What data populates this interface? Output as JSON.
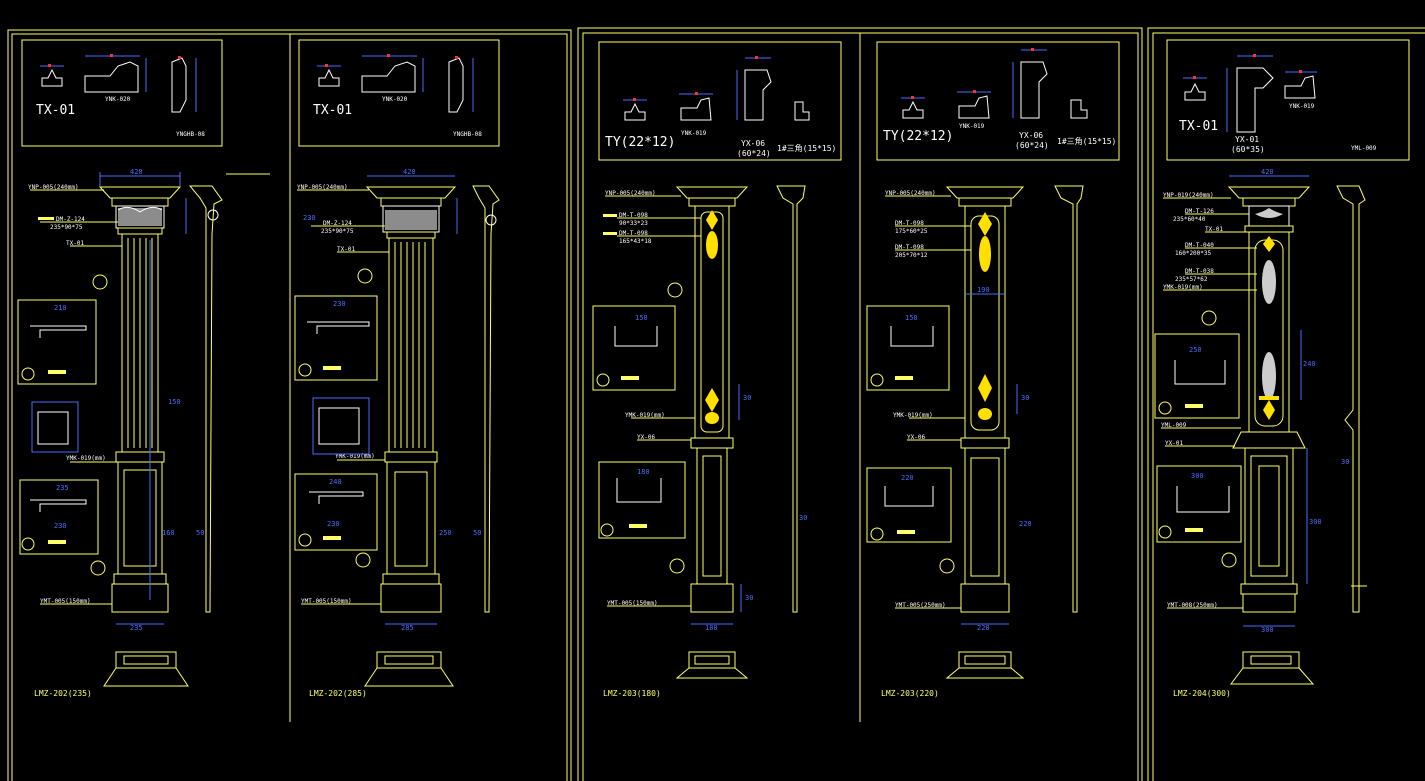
{
  "colors": {
    "background": "#000000",
    "frame": "#ffff66",
    "line": "#ffffff",
    "dimension": "#4a6cff",
    "marker": "#ff3030",
    "ornament": "#ffe000"
  },
  "panels": [
    {
      "profile_label": "TX-01",
      "profile_codes": [
        "YNK-020",
        "YNGHB-08"
      ],
      "top_width": "420",
      "base_width": "235",
      "side_dims": [
        "150",
        "160",
        "50"
      ],
      "callouts": [
        "YNP-005(240mm)",
        "DM-Z-124",
        "235*90*75",
        "TX-01",
        "YMK-019(mm)",
        "YMT-005(150mm)"
      ],
      "details": [
        "210",
        "235",
        "230"
      ],
      "caption": "LMZ-202(235)"
    },
    {
      "profile_label": "TX-01",
      "profile_codes": [
        "YNK-020",
        "YNGHB-08"
      ],
      "top_width": "420",
      "base_width": "285",
      "side_dims": [
        "230",
        "250",
        "50"
      ],
      "callouts": [
        "YNP-005(240mm)",
        "DM-Z-124",
        "235*90*75",
        "TX-01",
        "YMK-019(mm)",
        "YMT-005(150mm)"
      ],
      "details": [
        "230",
        "240",
        "230"
      ],
      "caption": "LMZ-202(285)"
    },
    {
      "profile_label": "TY(22*12)",
      "profile_codes": [
        "YNK-019",
        "YX-06",
        "(60*24)",
        "1#三角(15*15)"
      ],
      "top_width": "",
      "base_width": "180",
      "side_dims": [
        "30",
        "30",
        "30"
      ],
      "callouts": [
        "YNP-005(240mm)",
        "DM-T-098",
        "90*33*23",
        "DM-T-098",
        "165*43*18",
        "YMK-019(mm)",
        "YX-06",
        "YMT-005(150mm)"
      ],
      "details": [
        "150",
        "180"
      ],
      "caption": "LMZ-203(180)"
    },
    {
      "profile_label": "TY(22*12)",
      "profile_codes": [
        "YNK-019",
        "YX-06",
        "(60*24)",
        "1#三角(15*15)"
      ],
      "top_width": "",
      "base_width": "220",
      "side_dims": [
        "190",
        "220",
        "30"
      ],
      "callouts": [
        "YNP-005(240mm)",
        "DM-T-098",
        "175*60*25",
        "DM-T-098",
        "205*70*12",
        "YMK-019(mm)",
        "YX-06",
        "YMT-005(250mm)"
      ],
      "details": [
        "150",
        "220"
      ],
      "caption": "LMZ-203(220)"
    },
    {
      "profile_label": "TX-01",
      "profile_codes": [
        "YX-01",
        "(60*35)",
        "YNK-019",
        "YML-009"
      ],
      "top_width": "420",
      "base_width": "300",
      "side_dims": [
        "240",
        "300",
        "30"
      ],
      "callouts": [
        "YNP-019(240mm)",
        "DM-T-126",
        "235*60*40",
        "TX-01",
        "DM-T-040",
        "160*200*35",
        "DM-T-038",
        "235*57*62",
        "YMK-019(mm)",
        "YML-009",
        "YX-01",
        "YMT-008(250mm)"
      ],
      "details": [
        "250",
        "300"
      ],
      "caption": "LMZ-204(300)"
    }
  ]
}
